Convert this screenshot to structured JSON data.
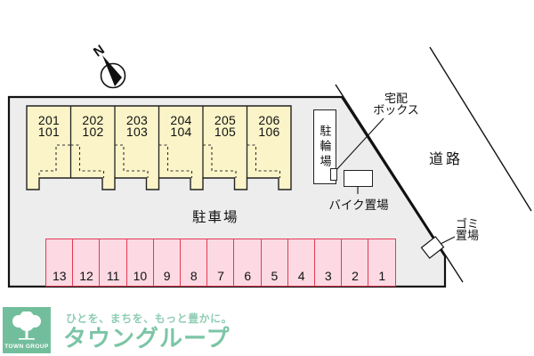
{
  "site_plan": {
    "north_label": "N",
    "road_label": "道路",
    "carpark_label": "駐車場",
    "bicycle_parking_label": "駐輪場",
    "delivery_box_line1": "宅配",
    "delivery_box_line2": "ボックス",
    "bike_parking_label": "バイク置場",
    "garbage_line1": "ゴミ",
    "garbage_line2": "置場",
    "units": [
      {
        "upper": "201",
        "lower": "101"
      },
      {
        "upper": "202",
        "lower": "102"
      },
      {
        "upper": "203",
        "lower": "103"
      },
      {
        "upper": "204",
        "lower": "104"
      },
      {
        "upper": "205",
        "lower": "105"
      },
      {
        "upper": "206",
        "lower": "106"
      }
    ],
    "parking_spaces": [
      "13",
      "12",
      "11",
      "10",
      "9",
      "8",
      "7",
      "6",
      "5",
      "4",
      "3",
      "2",
      "1"
    ]
  },
  "branding": {
    "logo_text": "TOWN GROUP",
    "tagline": "ひとを、まちを、もっと豊かに。",
    "company_name": "タウングループ"
  },
  "colors": {
    "plot_fill": "#EDEDED",
    "building_fill": "#FAF4C8",
    "parking_fill": "#FCD9E3",
    "parking_border": "#E23B55",
    "brand_green": "#72BE9C",
    "brand_text_green": "#7CC5A6",
    "tagline_green": "#8FCDB3"
  }
}
